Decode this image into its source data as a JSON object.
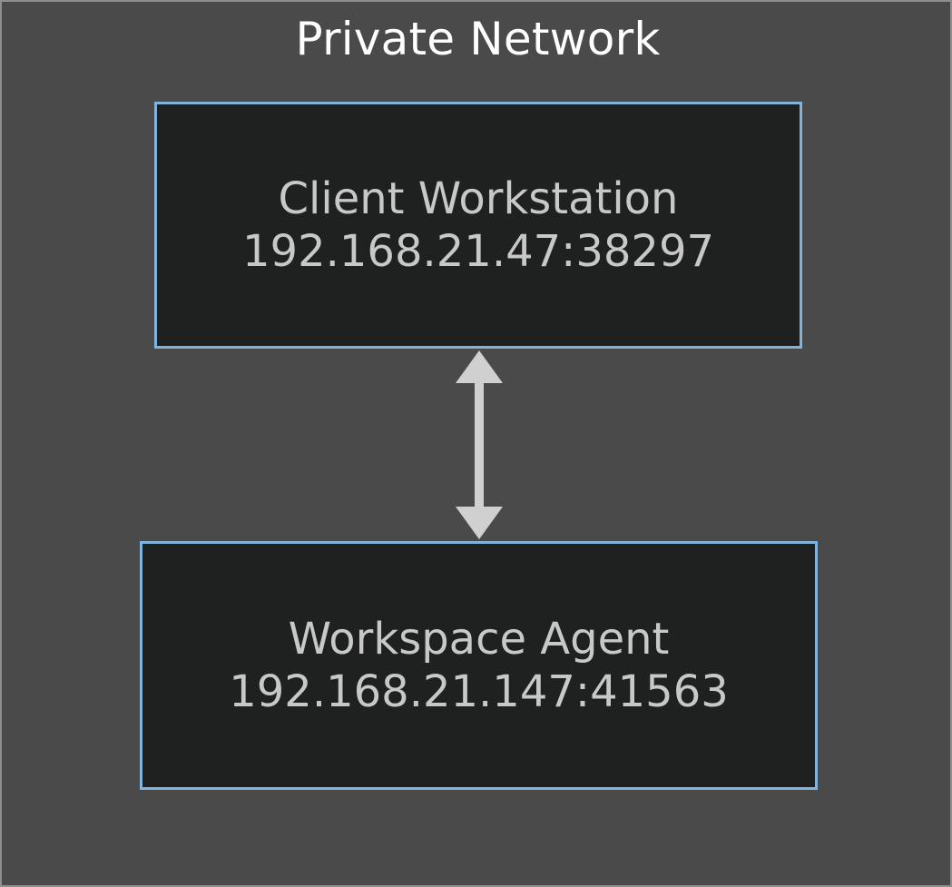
{
  "diagram": {
    "type": "network-topology",
    "title": "Private Network",
    "background_color": "#4a4a4a",
    "frame_color": "#8f8f8f",
    "nodes": [
      {
        "id": "client-workstation",
        "label": "Client Workstation",
        "address": "192.168.21.47:38297",
        "ip": "192.168.21.47",
        "port": "38297",
        "fill_color": "#1f2121",
        "border_color": "#82b3dd",
        "text_color": "#c8c8c8"
      },
      {
        "id": "workspace-agent",
        "label": "Workspace Agent",
        "address": "192.168.21.147:41563",
        "ip": "192.168.21.147",
        "port": "41563",
        "fill_color": "#1f2121",
        "border_color": "#82b3dd",
        "text_color": "#c8c8c8"
      }
    ],
    "edges": [
      {
        "id": "client-agent-link",
        "from": "client-workstation",
        "to": "workspace-agent",
        "direction": "bidirectional",
        "label": "",
        "color": "#d0d0d0"
      }
    ]
  }
}
